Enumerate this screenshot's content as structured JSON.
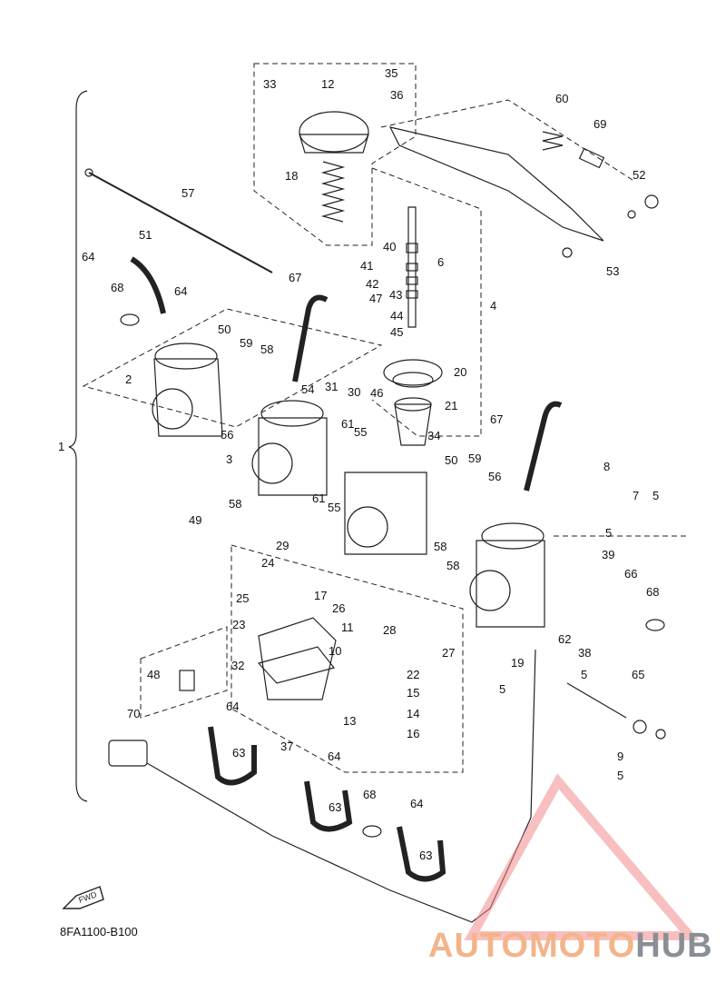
{
  "diagram": {
    "code": "8FA1100-B100",
    "fwd_label": "FWD",
    "labels": [
      {
        "id": "33",
        "t": "33"
      },
      {
        "id": "12",
        "t": "12"
      },
      {
        "id": "35",
        "t": "35"
      },
      {
        "id": "36",
        "t": "36"
      },
      {
        "id": "60",
        "t": "60"
      },
      {
        "id": "69",
        "t": "69"
      },
      {
        "id": "52",
        "t": "52"
      },
      {
        "id": "53",
        "t": "53"
      },
      {
        "id": "18",
        "t": "18"
      },
      {
        "id": "57",
        "t": "57"
      },
      {
        "id": "40",
        "t": "40"
      },
      {
        "id": "6",
        "t": "6"
      },
      {
        "id": "41",
        "t": "41"
      },
      {
        "id": "51",
        "t": "51"
      },
      {
        "id": "64a",
        "t": "64"
      },
      {
        "id": "67a",
        "t": "67"
      },
      {
        "id": "42",
        "t": "42"
      },
      {
        "id": "43",
        "t": "43"
      },
      {
        "id": "47",
        "t": "47"
      },
      {
        "id": "4",
        "t": "4"
      },
      {
        "id": "68a",
        "t": "68"
      },
      {
        "id": "64b",
        "t": "64"
      },
      {
        "id": "44",
        "t": "44"
      },
      {
        "id": "45",
        "t": "45"
      },
      {
        "id": "50a",
        "t": "50"
      },
      {
        "id": "59a",
        "t": "59"
      },
      {
        "id": "58a",
        "t": "58"
      },
      {
        "id": "20",
        "t": "20"
      },
      {
        "id": "2",
        "t": "2"
      },
      {
        "id": "31",
        "t": "31"
      },
      {
        "id": "30",
        "t": "30"
      },
      {
        "id": "46",
        "t": "46"
      },
      {
        "id": "54",
        "t": "54"
      },
      {
        "id": "21",
        "t": "21"
      },
      {
        "id": "67b",
        "t": "67"
      },
      {
        "id": "61a",
        "t": "61"
      },
      {
        "id": "56a",
        "t": "56"
      },
      {
        "id": "55a",
        "t": "55"
      },
      {
        "id": "34",
        "t": "34"
      },
      {
        "id": "1",
        "t": "1"
      },
      {
        "id": "8",
        "t": "8"
      },
      {
        "id": "3",
        "t": "3"
      },
      {
        "id": "50b",
        "t": "50"
      },
      {
        "id": "59b",
        "t": "59"
      },
      {
        "id": "56b",
        "t": "56"
      },
      {
        "id": "7",
        "t": "7"
      },
      {
        "id": "5a",
        "t": "5"
      },
      {
        "id": "58b",
        "t": "58"
      },
      {
        "id": "61b",
        "t": "61"
      },
      {
        "id": "49",
        "t": "49"
      },
      {
        "id": "55b",
        "t": "55"
      },
      {
        "id": "5b",
        "t": "5"
      },
      {
        "id": "39",
        "t": "39"
      },
      {
        "id": "58c",
        "t": "58"
      },
      {
        "id": "29",
        "t": "29"
      },
      {
        "id": "24",
        "t": "24"
      },
      {
        "id": "66",
        "t": "66"
      },
      {
        "id": "17",
        "t": "17"
      },
      {
        "id": "58d",
        "t": "58"
      },
      {
        "id": "25",
        "t": "25"
      },
      {
        "id": "26",
        "t": "26"
      },
      {
        "id": "68b",
        "t": "68"
      },
      {
        "id": "23",
        "t": "23"
      },
      {
        "id": "11",
        "t": "11"
      },
      {
        "id": "28",
        "t": "28"
      },
      {
        "id": "62",
        "t": "62"
      },
      {
        "id": "38",
        "t": "38"
      },
      {
        "id": "10",
        "t": "10"
      },
      {
        "id": "27",
        "t": "27"
      },
      {
        "id": "19",
        "t": "19"
      },
      {
        "id": "5c",
        "t": "5"
      },
      {
        "id": "32",
        "t": "32"
      },
      {
        "id": "65",
        "t": "65"
      },
      {
        "id": "48",
        "t": "48"
      },
      {
        "id": "22",
        "t": "22"
      },
      {
        "id": "5d",
        "t": "5"
      },
      {
        "id": "15",
        "t": "15"
      },
      {
        "id": "14",
        "t": "14"
      },
      {
        "id": "64c",
        "t": "64"
      },
      {
        "id": "70",
        "t": "70"
      },
      {
        "id": "13",
        "t": "13"
      },
      {
        "id": "63a",
        "t": "63"
      },
      {
        "id": "37",
        "t": "37"
      },
      {
        "id": "16",
        "t": "16"
      },
      {
        "id": "9",
        "t": "9"
      },
      {
        "id": "64d",
        "t": "64"
      },
      {
        "id": "5e",
        "t": "5"
      },
      {
        "id": "63b",
        "t": "63"
      },
      {
        "id": "68c",
        "t": "68"
      },
      {
        "id": "64e",
        "t": "64"
      },
      {
        "id": "63c",
        "t": "63"
      }
    ]
  },
  "watermark": {
    "part1": "AUTOMOTO",
    "part2": "HUB"
  }
}
